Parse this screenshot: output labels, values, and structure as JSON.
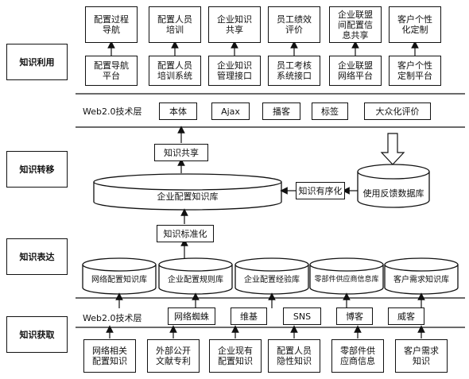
{
  "layers": [
    {
      "label": "知识利用"
    },
    {
      "label": "知识转移"
    },
    {
      "label": "知识表达"
    },
    {
      "label": "知识获取"
    }
  ],
  "utilization": {
    "top_boxes": [
      "配置过程\n导航",
      "配置人员\n培训",
      "企业知识\n共享",
      "员工绩效\n评价",
      "企业联盟\n间配置信\n息共享",
      "客户个性\n化定制"
    ],
    "platform_boxes": [
      "配置导航\n平台",
      "配置人员\n培训系统",
      "企业知识\n管理接口",
      "员工考核\n系统接口",
      "企业联盟\n网络平台",
      "客户个性\n定制平台"
    ]
  },
  "web2_top": {
    "label": "Web2.0技术层",
    "items": [
      "本体",
      "Ajax",
      "播客",
      "标签",
      "大众化评价"
    ]
  },
  "transfer": {
    "knowledge_sharing": "知识共享",
    "enterprise_kb": "企业配置知识库",
    "orderization": "知识有序化",
    "feedback_db": "使用反馈数据库",
    "standardization": "知识标准化"
  },
  "expression": {
    "databases": [
      "网络配置知识库",
      "企业配置规则库",
      "企业配置经验库",
      "零部件供应商信息库",
      "客户需求知识库"
    ]
  },
  "web2_bottom": {
    "label": "Web2.0技术层",
    "items": [
      "网络蜘蛛",
      "维基",
      "SNS",
      "博客",
      "威客"
    ]
  },
  "acquisition": {
    "sources": [
      "网络相关\n配置知识",
      "外部公开\n文献专利",
      "企业现有\n配置知识",
      "配置人员\n隐性知识",
      "零部件供\n应商信息",
      "客户需求\n知识"
    ]
  }
}
